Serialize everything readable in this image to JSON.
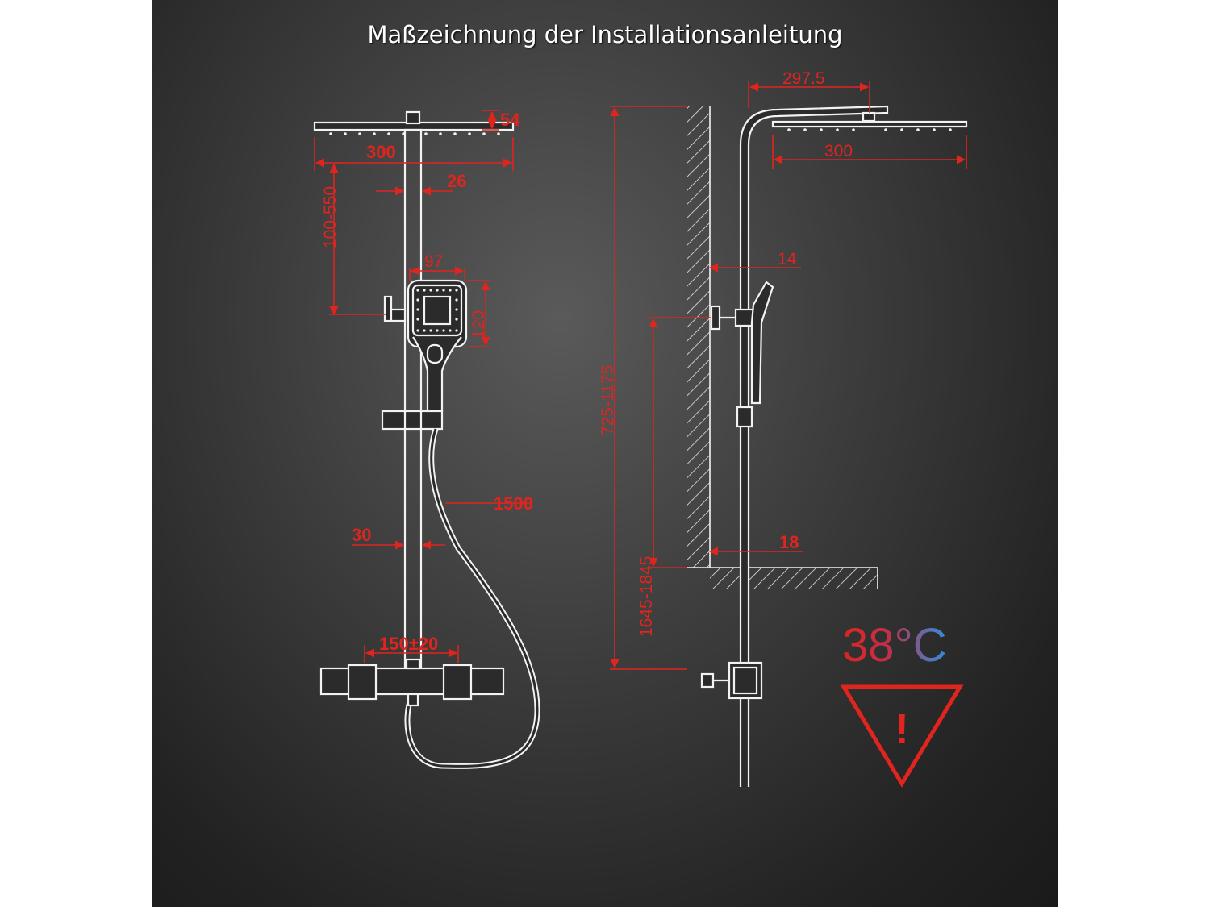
{
  "title": "Maßzeichnung der Installationsanleitung",
  "front_view": {
    "head_thickness": "54",
    "head_width": "300",
    "arm_distance": "100-550",
    "rod_diameter_upper": "26",
    "handshower_width": "97",
    "handshower_height": "120",
    "hose_length": "1500",
    "rod_diameter_lower": "30",
    "inlet_spacing": "150±20"
  },
  "side_view": {
    "arm_projection": "297.5",
    "head_width": "300",
    "rod_offset_upper": "14",
    "height_range_upper": "725-1175",
    "height_range_total": "1645-1845",
    "rod_offset_lower": "18"
  },
  "warning": {
    "temperature": "38°C",
    "symbol": "!",
    "icon": "warning-triangle-icon"
  },
  "colors": {
    "dimension": "#e0241e",
    "line": "#f2f2f2",
    "temp_start": "#e0241e",
    "temp_end": "#2f8de0"
  }
}
